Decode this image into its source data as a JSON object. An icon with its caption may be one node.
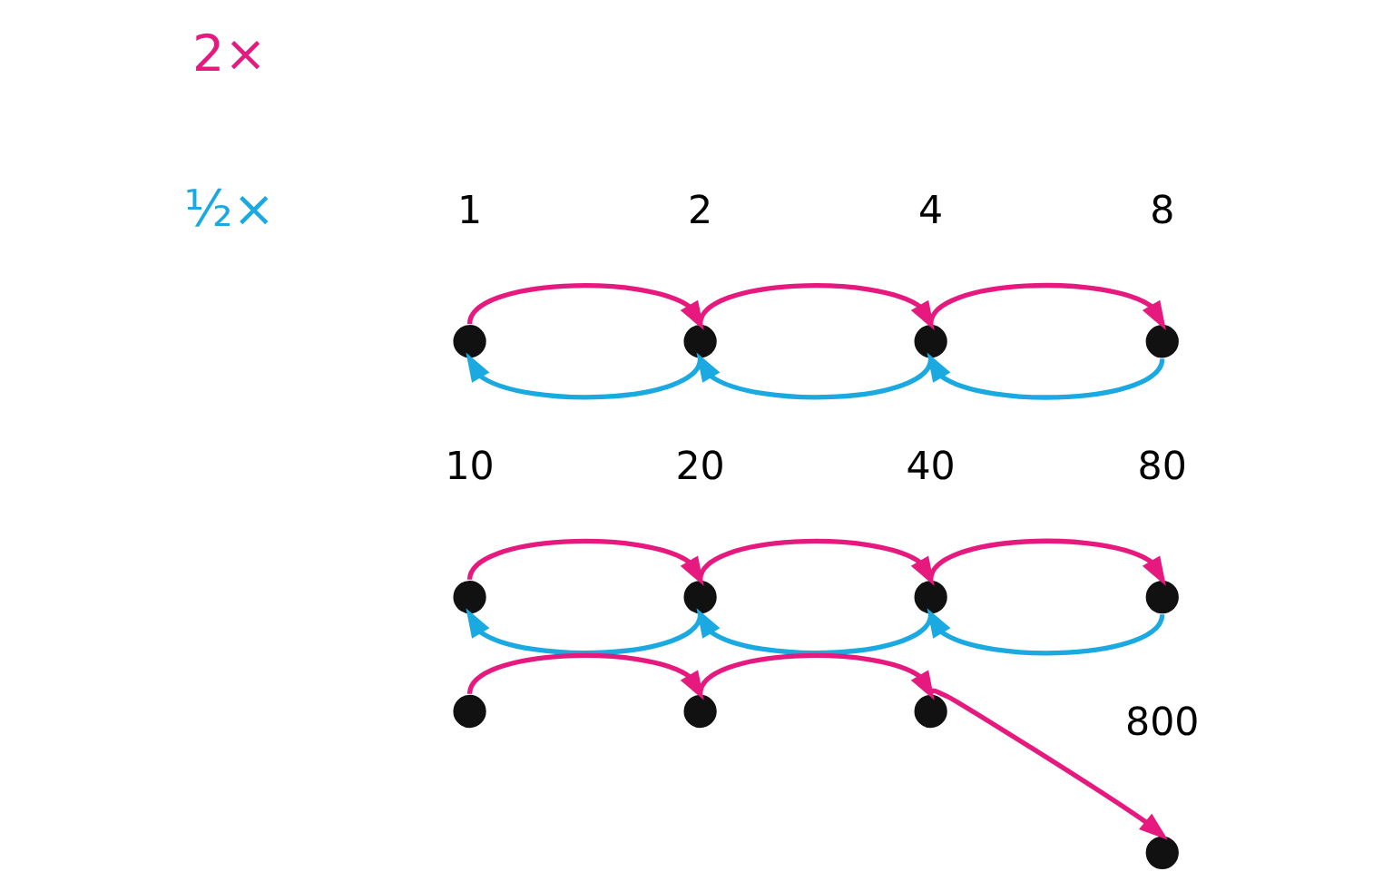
{
  "diagram": {
    "nodes": [
      {
        "text": [],
        "shape": "circle",
        "beside": [
          "1"
        ]
      },
      {
        "text": [],
        "shape": "circle",
        "beside": [
          "2"
        ]
      },
      {
        "text": [],
        "shape": "circle",
        "beside": [
          "4"
        ]
      },
      {
        "text": [],
        "shape": "circle",
        "beside": [
          "8"
        ]
      },
      {
        "text": [],
        "shape": "circle",
        "beside": [
          "10"
        ]
      },
      {
        "text": [],
        "shape": "circle",
        "beside": [
          "20"
        ]
      },
      {
        "text": [],
        "shape": "circle",
        "beside": [
          "40"
        ]
      },
      {
        "text": [],
        "shape": "circle",
        "beside": [
          "80"
        ]
      },
      {
        "text": [],
        "shape": "circle"
      },
      {
        "text": [],
        "shape": "circle"
      },
      {
        "text": [],
        "shape": "circle"
      },
      {
        "text": [],
        "shape": "circle",
        "beside": [
          "800"
        ]
      }
    ],
    "edges": [
      {
        "from": 0,
        "to": 1,
        "arrow": "to"
      },
      {
        "from": 1,
        "to": 0,
        "arrow": "to",
        "color": "#1ba9e1"
      },
      {
        "from": 1,
        "to": 2,
        "arrow": "to"
      },
      {
        "from": 2,
        "to": 1,
        "arrow": "to",
        "color": "#1ba9e1"
      },
      {
        "from": 2,
        "to": 3,
        "arrow": "to"
      },
      {
        "from": 3,
        "to": 2,
        "arrow": "to",
        "color": "#1ba9e1"
      },
      {
        "from": 4,
        "to": 5,
        "arrow": "to"
      },
      {
        "from": 5,
        "to": 4,
        "arrow": "to",
        "color": "#1ba9e1"
      },
      {
        "from": 5,
        "to": 6,
        "arrow": "to"
      },
      {
        "from": 6,
        "to": 5,
        "arrow": "to",
        "color": "#1ba9e1"
      },
      {
        "from": 6,
        "to": 7,
        "arrow": "to"
      },
      {
        "from": 7,
        "to": 6,
        "arrow": "to",
        "color": "#1ba9e1"
      },
      {
        "from": 8,
        "to": 9,
        "arrow": "to"
      },
      {
        "from": 9,
        "to": 10,
        "arrow": "to"
      },
      {
        "from": 10,
        "to": 11,
        "arrow": "to"
      }
    ],
    "legend": [
      {
        "text": "2×",
        "color": "#e6197f"
      },
      {
        "text": "½×",
        "color": "#1ba9e1"
      }
    ]
  }
}
